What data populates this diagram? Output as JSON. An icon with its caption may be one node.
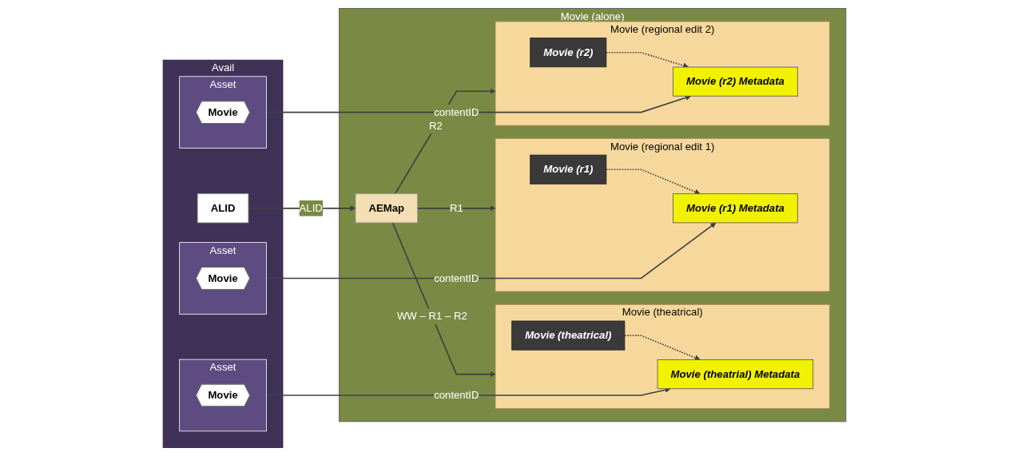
{
  "diagram": {
    "nodes": [
      {
        "text": [
          "Avail"
        ]
      },
      {
        "text": [
          "ALID"
        ],
        "in": 0
      },
      {
        "text": [
          "Asset"
        ],
        "in": 0
      },
      {
        "text": [
          "Movie"
        ],
        "in": 2
      },
      {
        "text": [
          "Asset"
        ],
        "in": 0
      },
      {
        "text": [
          "Movie"
        ],
        "in": 4
      },
      {
        "text": [
          "Asset"
        ],
        "in": 0
      },
      {
        "text": [
          "Movie"
        ],
        "in": 6
      },
      {
        "text": [
          "Movie (alone)"
        ]
      },
      {
        "text": [
          "AEMap"
        ],
        "in": 8
      },
      {
        "text": [
          "Movie (theatrical)"
        ],
        "in": 8
      },
      {
        "text": [
          "Movie (theatrial) Metadata"
        ],
        "in": 10
      },
      {
        "text": [
          "Movie (theatrical)"
        ],
        "in": 10
      },
      {
        "text": [
          "Movie (regional edit 1)"
        ],
        "in": 8
      },
      {
        "text": [
          "Movie (r1) Metadata"
        ],
        "in": 13
      },
      {
        "text": [
          "Movie (r1)"
        ],
        "in": 13
      },
      {
        "text": [
          "Movie (regional edit 2)"
        ],
        "in": 8
      },
      {
        "text": [
          "Movie (r2) Metadata"
        ],
        "in": 16
      },
      {
        "text": [
          "Movie (r2)"
        ],
        "in": 16
      }
    ],
    "edges": [
      {
        "from": 1,
        "to": 9,
        "arrow": "to",
        "label": "ALID"
      },
      {
        "from": 9,
        "to": 10,
        "arrow": "to",
        "label": "WW – R1 – R2"
      },
      {
        "from": 9,
        "to": 13,
        "arrow": "to",
        "label": "R1"
      },
      {
        "from": 9,
        "to": 16,
        "arrow": "to",
        "label": "R2"
      },
      {
        "from": 2,
        "to": 11,
        "arrow": "to",
        "label": "contentID"
      },
      {
        "from": 4,
        "to": 14,
        "arrow": "to",
        "label": "contentID"
      },
      {
        "from": 6,
        "to": 17,
        "arrow": "to",
        "label": "contentID"
      },
      {
        "from": 12,
        "to": 11,
        "arrow": "to",
        "style": "dashed"
      },
      {
        "from": 15,
        "to": 14,
        "arrow": "to",
        "style": "dashed"
      },
      {
        "from": 18,
        "to": 17,
        "arrow": "to",
        "style": "dashed"
      }
    ]
  }
}
